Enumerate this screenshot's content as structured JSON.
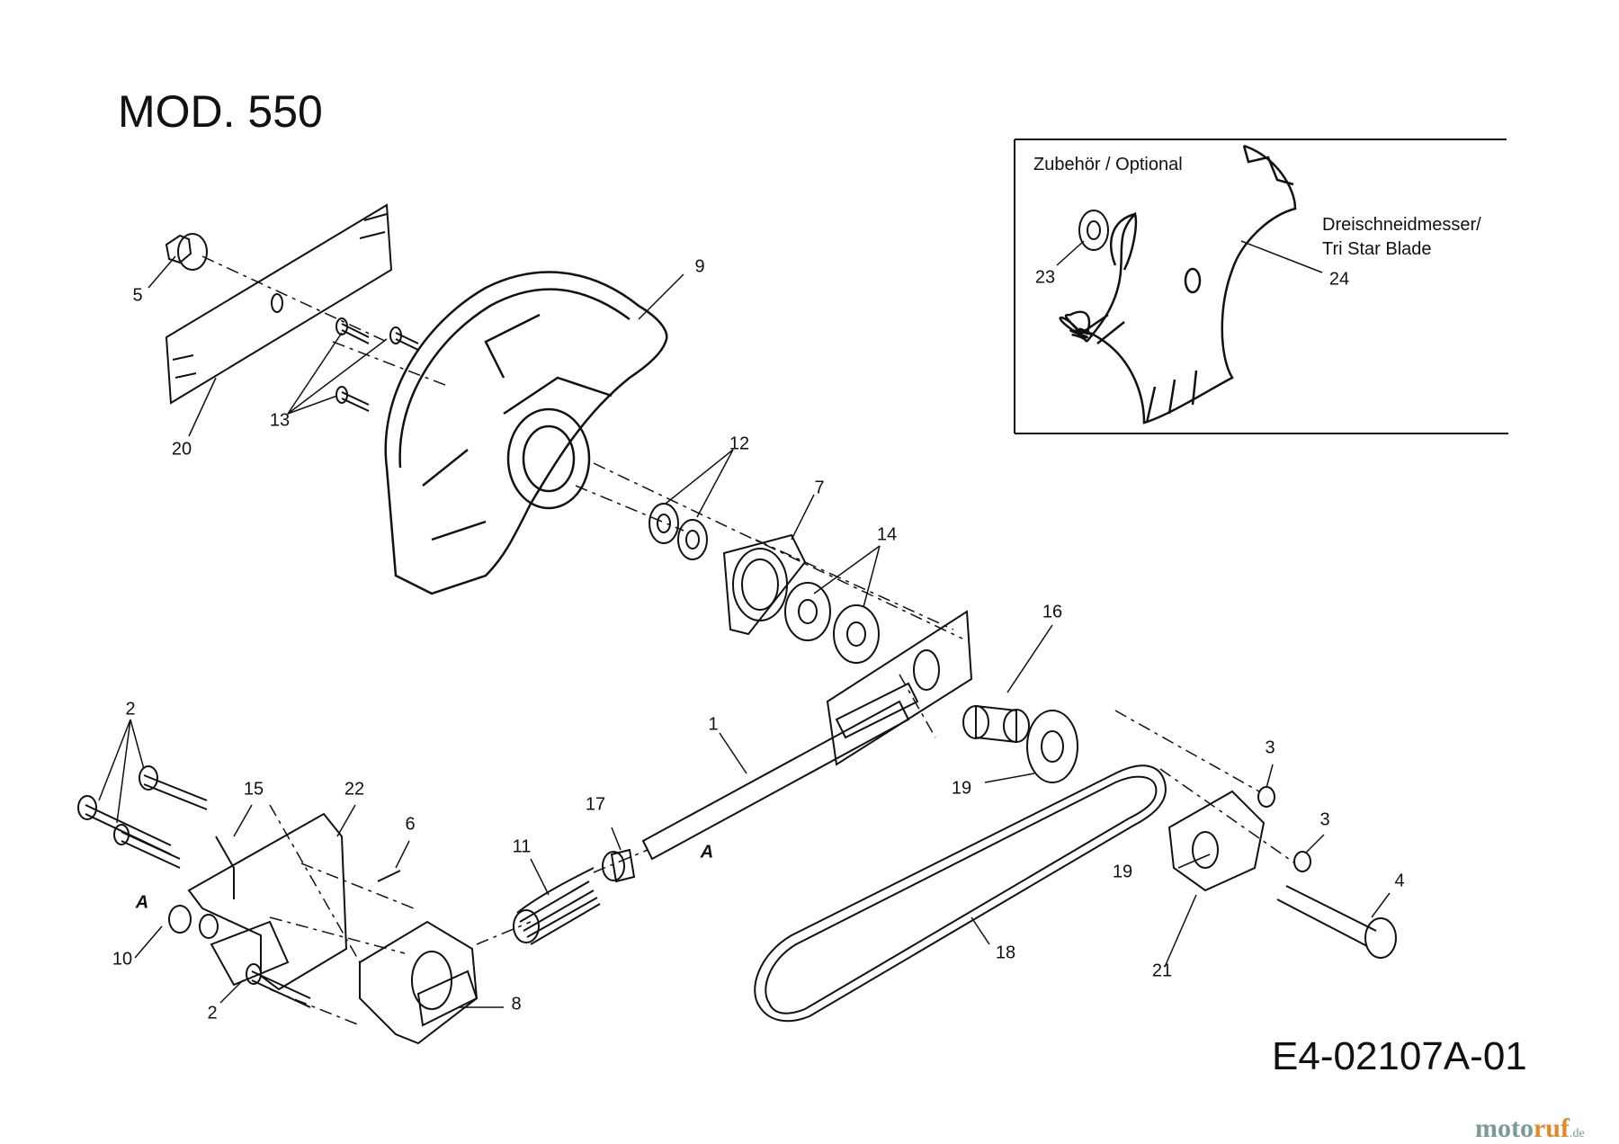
{
  "title": "MOD. 550",
  "document_number": "E4-02107A-01",
  "optional_box": {
    "heading": "Zubehör / Optional",
    "blade_name_de": "Dreischneidmesser/",
    "blade_name_en": "Tri Star Blade"
  },
  "watermark": {
    "part1": "moto",
    "part2": "ruf",
    "part3": ".de"
  },
  "callouts": [
    {
      "id": "c5",
      "text": "5"
    },
    {
      "id": "c20",
      "text": "20"
    },
    {
      "id": "c13",
      "text": "13"
    },
    {
      "id": "c9",
      "text": "9"
    },
    {
      "id": "c12",
      "text": "12"
    },
    {
      "id": "c7",
      "text": "7"
    },
    {
      "id": "c14",
      "text": "14"
    },
    {
      "id": "c16",
      "text": "16"
    },
    {
      "id": "c1",
      "text": "1"
    },
    {
      "id": "c19a",
      "text": "19"
    },
    {
      "id": "c19b",
      "text": "19"
    },
    {
      "id": "c2a",
      "text": "2"
    },
    {
      "id": "c2b",
      "text": "2"
    },
    {
      "id": "c15",
      "text": "15"
    },
    {
      "id": "c22",
      "text": "22"
    },
    {
      "id": "c6",
      "text": "6"
    },
    {
      "id": "c17",
      "text": "17"
    },
    {
      "id": "c11",
      "text": "11"
    },
    {
      "id": "c10",
      "text": "10"
    },
    {
      "id": "c8",
      "text": "8"
    },
    {
      "id": "c18",
      "text": "18"
    },
    {
      "id": "c21",
      "text": "21"
    },
    {
      "id": "c3a",
      "text": "3"
    },
    {
      "id": "c3b",
      "text": "3"
    },
    {
      "id": "c4",
      "text": "4"
    },
    {
      "id": "c23",
      "text": "23"
    },
    {
      "id": "c24",
      "text": "24"
    },
    {
      "id": "markA1",
      "text": "A"
    },
    {
      "id": "markA2",
      "text": "A"
    }
  ]
}
